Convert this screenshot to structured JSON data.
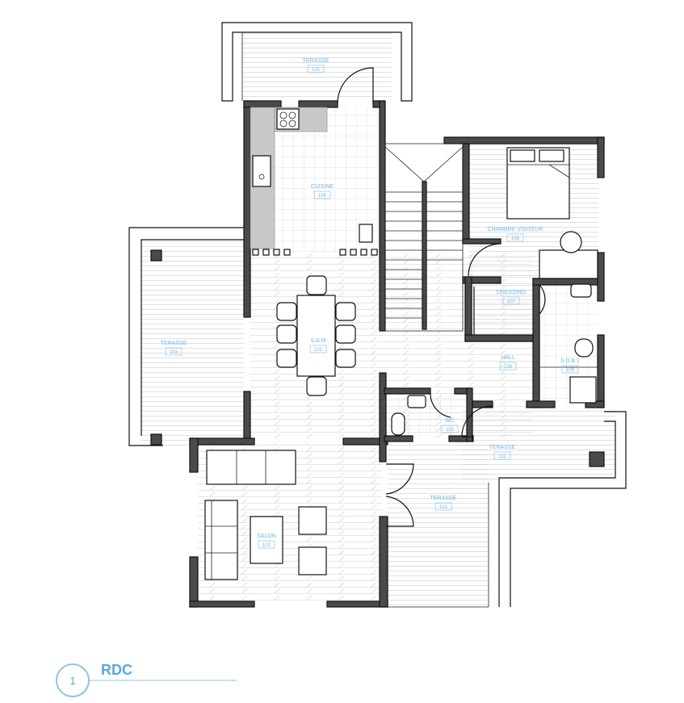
{
  "plan": {
    "level_title": "RDC",
    "view_number": "1",
    "accent_color": "#6fb5e8",
    "wall_color": "#4a4a4a",
    "rooms": [
      {
        "name": "TERASSE",
        "number": "105"
      },
      {
        "name": "CUISINE",
        "number": "104"
      },
      {
        "name": "CHAMBRE VISITEUR",
        "number": "106"
      },
      {
        "name": "DRESSING",
        "number": "107"
      },
      {
        "name": "TERASSE",
        "number": "103"
      },
      {
        "name": "S.A.M",
        "number": "102"
      },
      {
        "name": "HALL",
        "number": "109"
      },
      {
        "name": "S.D.B 1",
        "number": "108"
      },
      {
        "name": "WC",
        "number": "110"
      },
      {
        "name": "TERASSE",
        "number": "111"
      },
      {
        "name": "TERASSE",
        "number": "101"
      },
      {
        "name": "SALON",
        "number": "101"
      }
    ]
  }
}
